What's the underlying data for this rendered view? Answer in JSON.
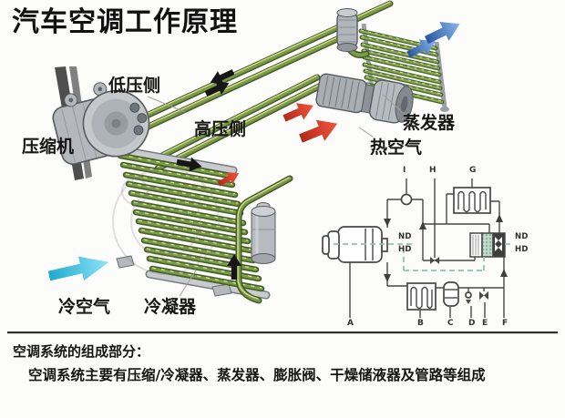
{
  "title": "汽车空调工作原理",
  "main_diagram": {
    "labels": {
      "low_pressure_side": "低压侧",
      "high_pressure_side": "高压侧",
      "compressor": "压缩机",
      "evaporator": "蒸发器",
      "hot_air": "热空气",
      "cold_air": "冷空气",
      "condenser": "冷凝器"
    }
  },
  "schematic": {
    "letters": {
      "i": "I",
      "h": "H",
      "g": "G",
      "a": "A",
      "b": "B",
      "c": "C",
      "d": "D",
      "e": "E",
      "f": "F"
    },
    "nd": "ND",
    "hd": "HD"
  },
  "footer": {
    "heading": "空调系统的组成部分：",
    "body": "空调系统主要有压缩/冷凝器、蒸发器、膨胀阀、干燥储液器及管路等组成"
  },
  "colors": {
    "pipe_green": "#42592a",
    "pressure_boundary_teal": "#8bc3b1",
    "hot_air_red": "#d6402c",
    "cool_air_blue": "#2a55a0",
    "cold_air_cyan": "#22b2d8"
  }
}
